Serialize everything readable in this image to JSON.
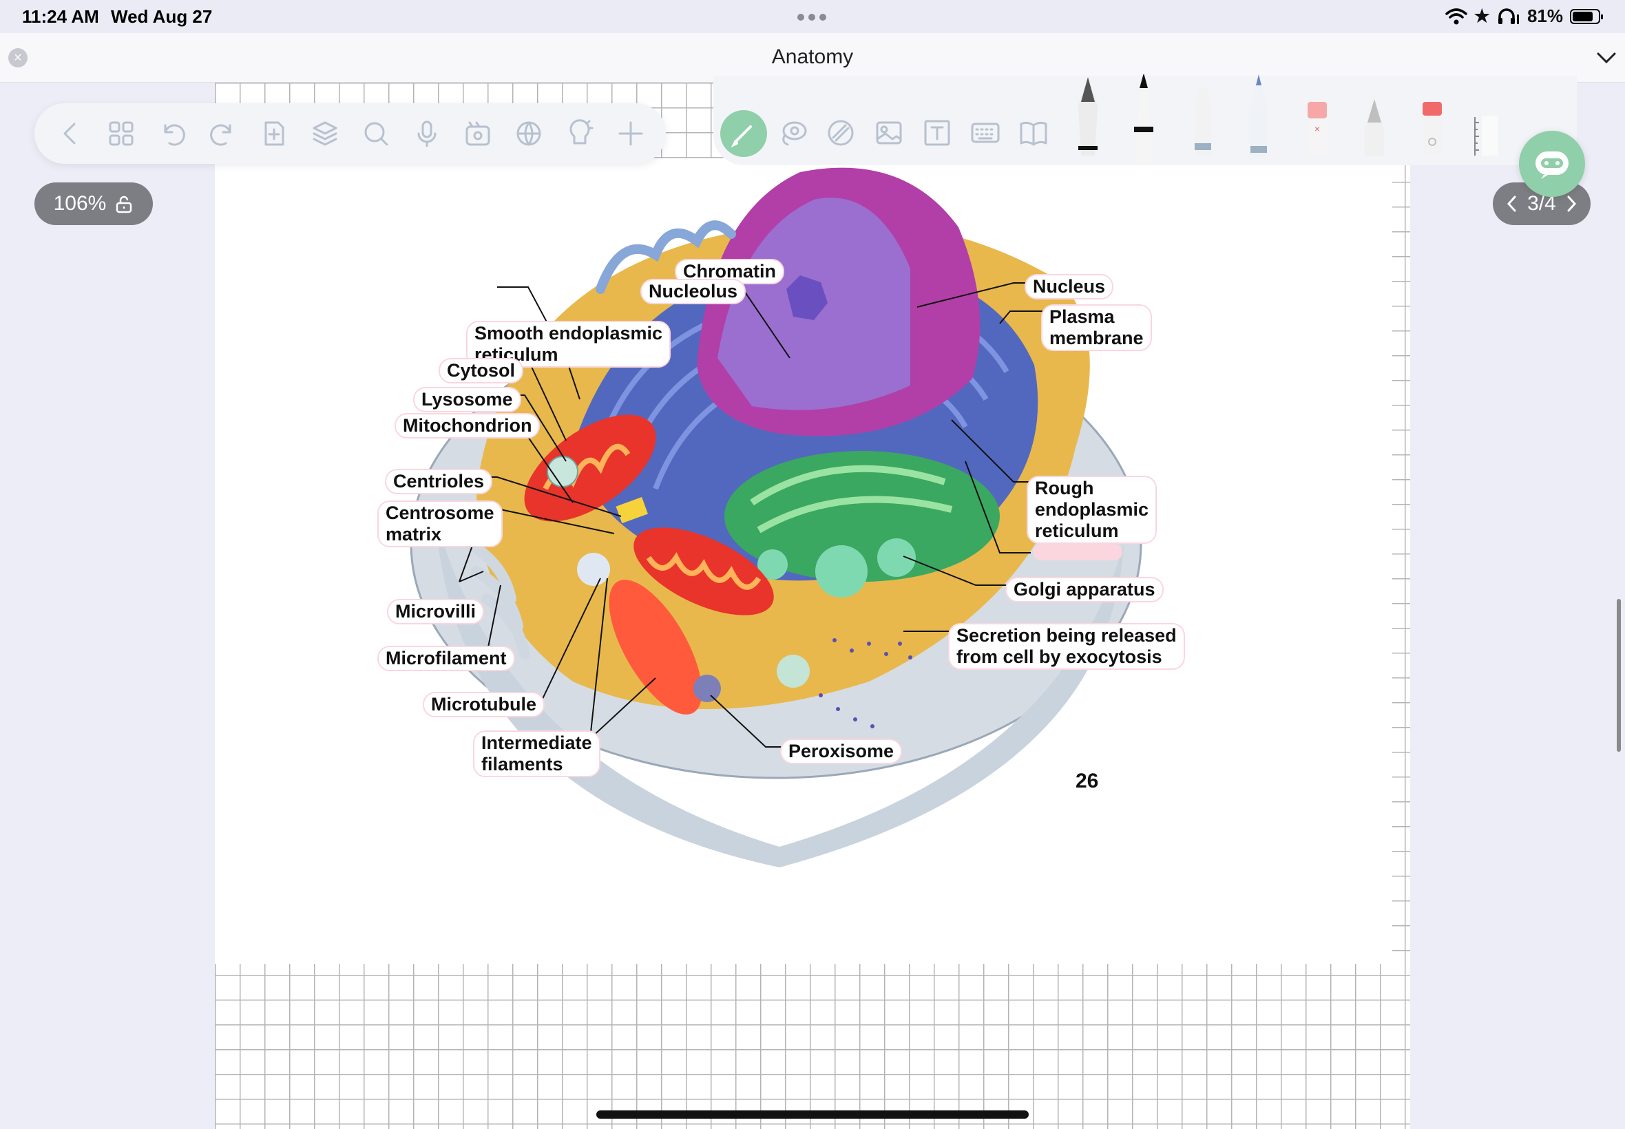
{
  "status_bar": {
    "time": "11:24 AM",
    "date": "Wed Aug 27",
    "battery_percent": "81%",
    "battery_level": 0.81,
    "icons": [
      "wifi-icon",
      "star-icon",
      "headphones-icon",
      "battery-icon"
    ]
  },
  "titlebar": {
    "title": "Anatomy"
  },
  "toolbar": {
    "left_tools": [
      "back-icon",
      "grid-icon",
      "undo-icon",
      "redo-icon",
      "add-page-icon",
      "layers-icon",
      "search-icon",
      "microphone-icon",
      "media-icon",
      "globe-icon",
      "lightbulb-icon",
      "plus-icon"
    ],
    "drawing_tools": [
      "pen-icon",
      "lasso-icon",
      "shape-icon",
      "image-icon",
      "textbox-icon",
      "keyboard-icon",
      "book-icon"
    ],
    "writing_tools": [
      "fountain-pen-tool",
      "ballpoint-pen-tool",
      "marker-tool",
      "pencil-tool",
      "eraser-tool",
      "brush-tool",
      "highlighter-tool",
      "ruler-tool"
    ],
    "accent_color": "#8fcfaa"
  },
  "zoom": {
    "label": "106%"
  },
  "page_nav": {
    "label": "3/4"
  },
  "diagram": {
    "labels": {
      "chromatin": "Chromatin",
      "nucleolus": "Nucleolus",
      "nucleus": "Nucleus",
      "plasma_membrane": "Plasma\nmembrane",
      "smooth_er": "Smooth endoplasmic\nreticulum",
      "cytosol": "Cytosol",
      "lysosome": "Lysosome",
      "mitochondrion": "Mitochondrion",
      "centrioles": "Centrioles",
      "centrosome_matrix": "Centrosome\nmatrix",
      "rough_er": "Rough\nendoplasmic\nreticulum",
      "golgi": "Golgi apparatus",
      "microvilli": "Microvilli",
      "microfilament": "Microfilament",
      "secretion": "Secretion being released\nfrom cell by exocytosis",
      "microtubule": "Microtubule",
      "intermediate_filaments": "Intermediate\nfilaments",
      "peroxisome": "Peroxisome"
    },
    "page_number": "26"
  }
}
